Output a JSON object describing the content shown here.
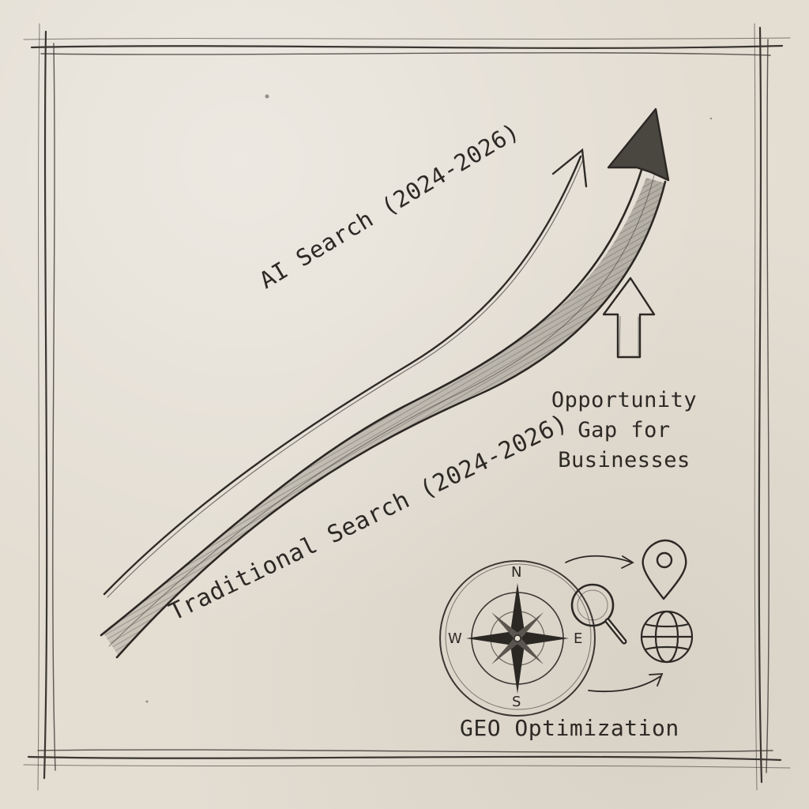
{
  "labels": {
    "ai_search": "AI Search (2024-2026)",
    "traditional_search": "Traditional Search (2024-2026)",
    "opportunity_gap": "Opportunity Gap for Businesses",
    "geo_optimization": "GEO Optimization"
  },
  "compass": {
    "north": "N",
    "south": "S",
    "east": "E",
    "west": "W"
  },
  "icons": [
    "compass-rose-icon",
    "magnifier-icon",
    "location-pin-icon",
    "globe-icon"
  ],
  "colors": {
    "paper": "#e3ddd2",
    "pencil": "#2e2b27",
    "shade": "#6f6a62"
  }
}
